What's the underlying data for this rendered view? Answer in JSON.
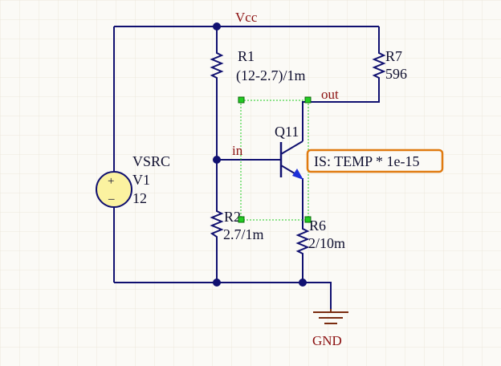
{
  "nets": {
    "vcc": "Vcc",
    "in": "in",
    "out": "out",
    "gnd": "GND"
  },
  "components": {
    "v1": {
      "type_label": "VSRC",
      "ref": "V1",
      "value": "12",
      "plus": "+",
      "minus": "–"
    },
    "r1": {
      "ref": "R1",
      "value": "(12-2.7)/1m"
    },
    "r2": {
      "ref": "R2",
      "value": "2.7/1m"
    },
    "r6": {
      "ref": "R6",
      "value": "2/10m"
    },
    "r7": {
      "ref": "R7",
      "value": "596"
    },
    "q11": {
      "ref": "Q11",
      "param": "IS: TEMP * 1e-15"
    }
  },
  "colors": {
    "wire": "#101070",
    "label_dark": "#101030",
    "label_net": "#8b1010",
    "source_fill": "#fbf2a0",
    "selection": "#22cc22",
    "highlight_box": "#e07a10",
    "ground": "#7a2c10",
    "background": "#fbfaf6"
  }
}
